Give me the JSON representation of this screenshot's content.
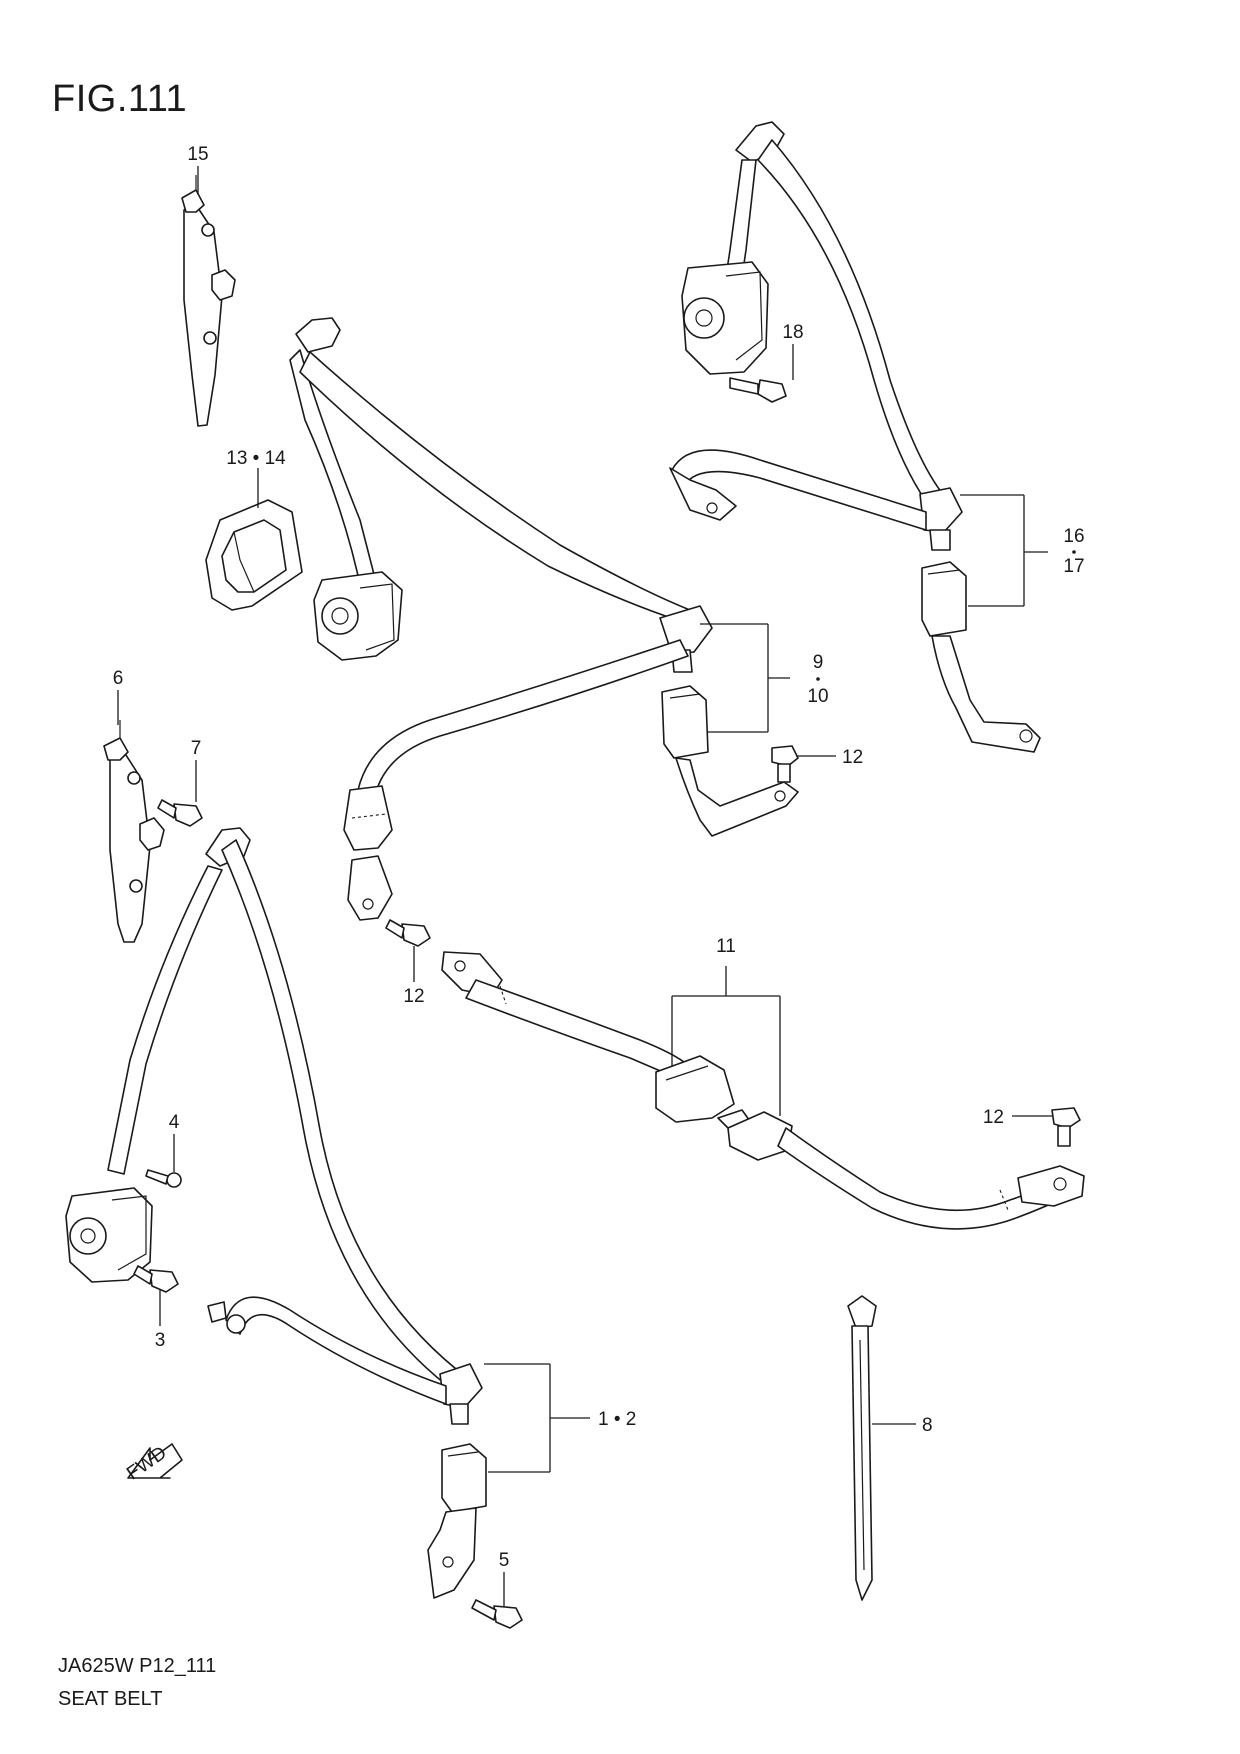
{
  "figure": {
    "title": "FIG.111",
    "code": "JA625W P12_111",
    "name": "SEAT BELT"
  },
  "callouts": {
    "c15": "15",
    "c13_14": "13 • 14",
    "c18": "18",
    "c16": "16",
    "c17": "17",
    "c9": "9",
    "c10": "10",
    "c12_a": "12",
    "c6": "6",
    "c7": "7",
    "c12_b": "12",
    "c11": "11",
    "c12_c": "12",
    "c4": "4",
    "c3": "3",
    "c1_2": "1 • 2",
    "c8": "8",
    "c5": "5"
  },
  "direction_badge": "FWD",
  "icons": {
    "direction": "fwd-arrow-icon"
  }
}
